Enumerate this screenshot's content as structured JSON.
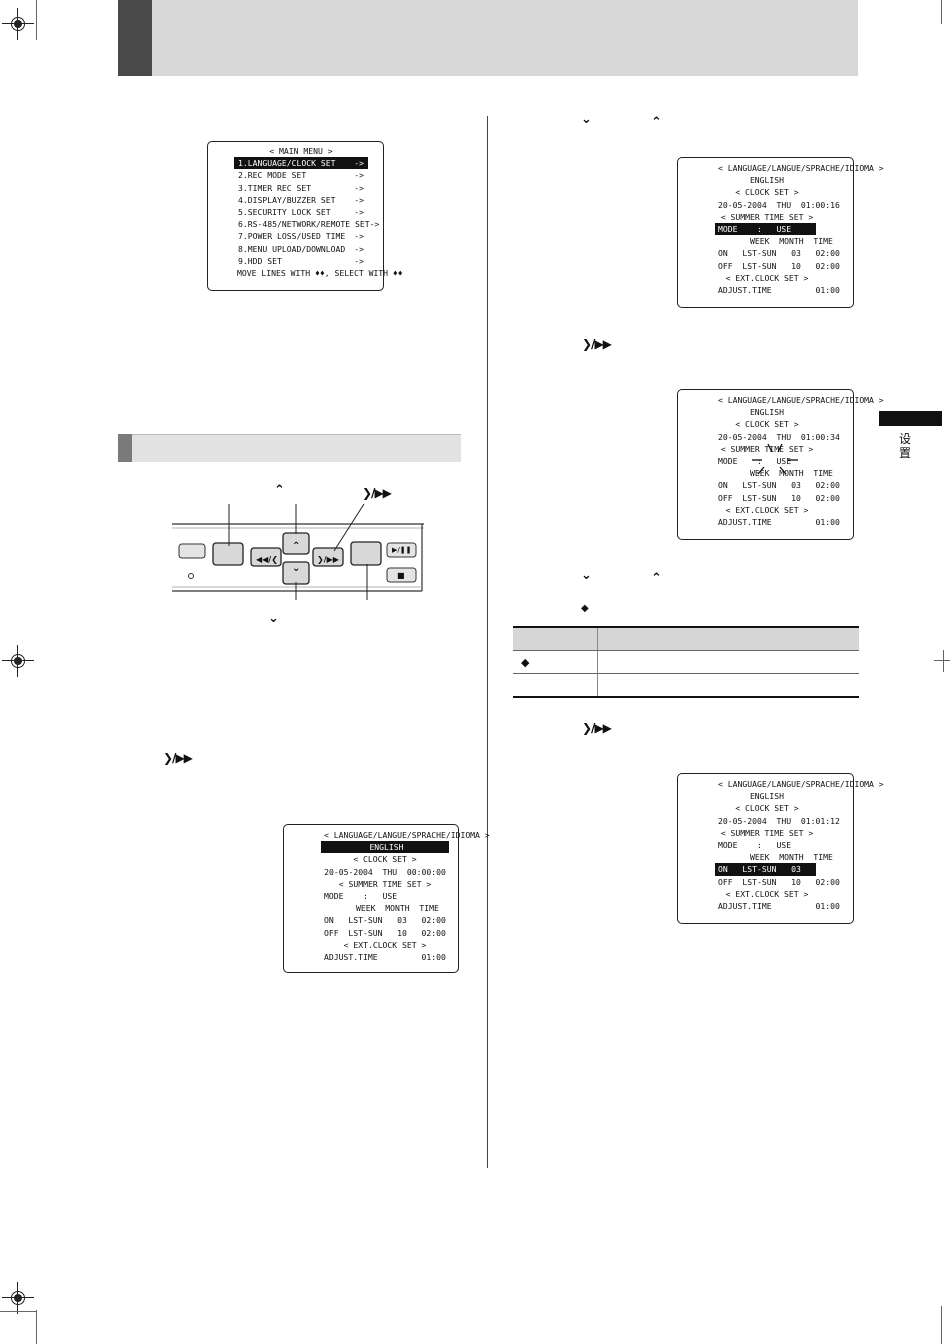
{
  "main_menu": {
    "title": "< MAIN MENU >",
    "items": [
      {
        "label": "1.LANGUAGE/CLOCK SET",
        "arrow": "->",
        "selected": true
      },
      {
        "label": "2.REC MODE SET",
        "arrow": "->"
      },
      {
        "label": "3.TIMER REC SET",
        "arrow": "->"
      },
      {
        "label": "4.DISPLAY/BUZZER SET",
        "arrow": "->"
      },
      {
        "label": "5.SECURITY LOCK SET",
        "arrow": "->"
      },
      {
        "label": "6.RS-485/NETWORK/REMOTE SET",
        "arrow": "->"
      },
      {
        "label": "7.POWER LOSS/USED TIME",
        "arrow": "->"
      },
      {
        "label": "8.MENU UPLOAD/DOWNLOAD",
        "arrow": "->"
      },
      {
        "label": "9.HDD SET",
        "arrow": "->"
      }
    ],
    "footer": "MOVE LINES WITH ♦♦, SELECT WITH ♦♦"
  },
  "clock_screens": [
    {
      "date": "20-05-2004  THU  00:00:00",
      "highlight": "language"
    },
    {
      "date": "20-05-2004  THU  01:00:16",
      "highlight": "mode"
    },
    {
      "date": "20-05-2004  THU  01:00:34",
      "highlight": "none"
    },
    {
      "date": "20-05-2004  THU  01:01:12",
      "highlight": "on"
    }
  ],
  "clock_labels": {
    "title": "< LANGUAGE/LANGUE/SPRACHE/IDIOMA >",
    "language": "ENGLISH",
    "clock_set": "< CLOCK SET >",
    "summer_set": "< SUMMER TIME SET >",
    "mode_line": "MODE    :   USE",
    "col_head": "WEEK  MONTH  TIME",
    "on_line": "ON   LST-SUN   03   02:00",
    "off_line": "OFF  LST-SUN   10   02:00",
    "ext_set": "< EXT.CLOCK SET >",
    "adjust_line": "ADJUST.TIME         01:00"
  },
  "panel": {
    "rew_label": "◀◀/❮",
    "fwd_label": "❯/▶▶",
    "play_label": "▶/❚❚",
    "stop_label": "■"
  },
  "glyphs": {
    "down": "⌄",
    "up": "⌃",
    "fwd": "❯/▶▶",
    "diamond": "◆"
  },
  "option_table": {
    "rows": [
      {
        "c1": "",
        "c2": ""
      },
      {
        "c1": "◆",
        "c2": ""
      },
      {
        "c1": "",
        "c2": ""
      }
    ]
  },
  "side_label": "设置"
}
